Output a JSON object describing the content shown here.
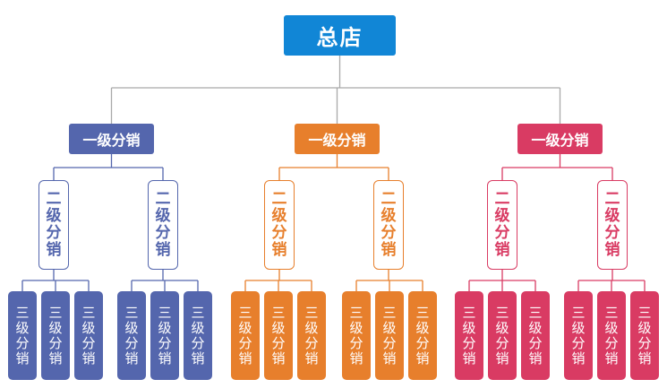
{
  "root": {
    "label": "总店",
    "color": "#1186d6"
  },
  "line_color": "#a9a9a9",
  "branches": [
    {
      "label": "一级分销",
      "color": "#5466ad",
      "line_color": "#5466ad",
      "children": [
        {
          "label": "二级分销",
          "children": [
            "三级分销",
            "三级分销",
            "三级分销"
          ]
        },
        {
          "label": "二级分销",
          "children": [
            "三级分销",
            "三级分销",
            "三级分销"
          ]
        }
      ]
    },
    {
      "label": "一级分销",
      "color": "#e77f2c",
      "line_color": "#e77f2c",
      "children": [
        {
          "label": "二级分销",
          "children": [
            "三级分销",
            "三级分销",
            "三级分销"
          ]
        },
        {
          "label": "二级分销",
          "children": [
            "三级分销",
            "三级分销",
            "三级分销"
          ]
        }
      ]
    },
    {
      "label": "一级分销",
      "color": "#d93b63",
      "line_color": "#d93b63",
      "children": [
        {
          "label": "二级分销",
          "children": [
            "三级分销",
            "三级分销",
            "三级分销"
          ]
        },
        {
          "label": "二级分销",
          "children": [
            "三级分销",
            "三级分销",
            "三级分销"
          ]
        }
      ]
    }
  ]
}
